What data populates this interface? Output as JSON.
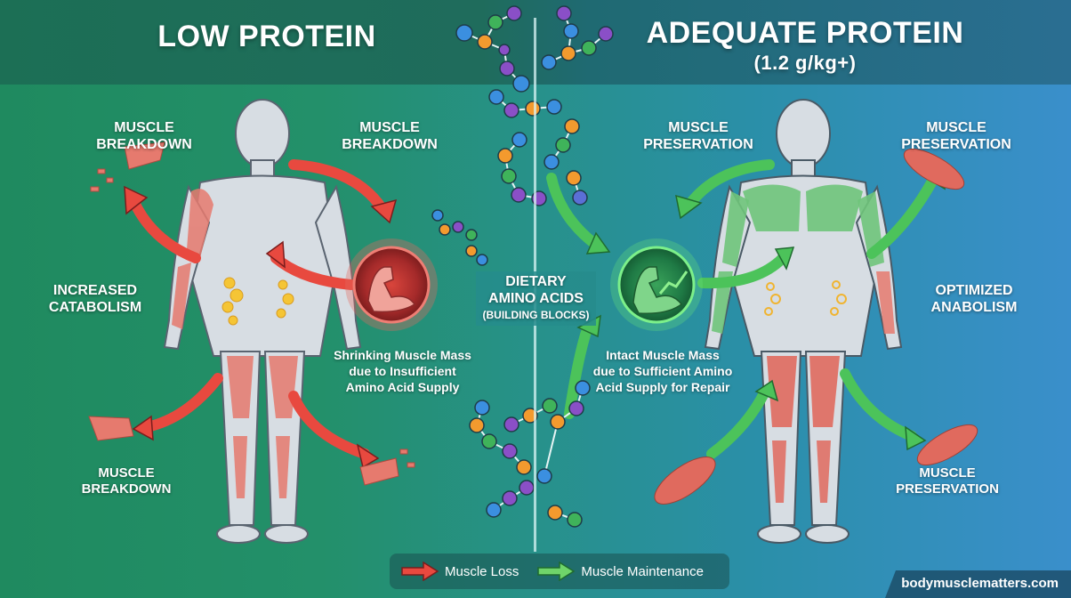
{
  "header": {
    "left_title": "LOW PROTEIN",
    "right_title": "ADEQUATE PROTEIN",
    "right_subtitle": "(1.2 g/kg+)"
  },
  "left_panel": {
    "labels": {
      "top_left": [
        "MUSCLE",
        "BREAKDOWN"
      ],
      "top_right": [
        "MUSCLE",
        "BREAKDOWN"
      ],
      "middle_left": [
        "INCREASED",
        "CATABOLISM"
      ],
      "bottom_left": [
        "MUSCLE",
        "BREAKDOWN"
      ]
    },
    "caption": [
      "Shrinking Muscle Mass",
      "due to Insufficient",
      "Amino Acid Supply"
    ],
    "badge_icon": "flexed-arm-broken-icon",
    "accent_color": "#e8493f"
  },
  "center": {
    "label": [
      "DIETARY",
      "AMINO ACIDS",
      "(BUILDING BLOCKS)"
    ],
    "molecule_colors": [
      "#3b8fe0",
      "#f39a2e",
      "#3fb35a",
      "#8a4fc7"
    ]
  },
  "right_panel": {
    "labels": {
      "top_left": [
        "MUSCLE",
        "PRESERVATION"
      ],
      "top_right": [
        "MUSCLE",
        "PRESERVATION"
      ],
      "middle_right": [
        "OPTIMIZED",
        "ANABOLISM"
      ],
      "bottom_right": [
        "MUSCLE",
        "PRESERVATION"
      ]
    },
    "caption": [
      "Intact Muscle Mass",
      "due to Sufficient Amino",
      "Acid Supply for Repair"
    ],
    "badge_icon": "flexed-arm-growth-icon",
    "accent_color": "#4cc35a"
  },
  "legend": {
    "items": [
      {
        "label": "Muscle Loss",
        "color": "#e8493f"
      },
      {
        "label": "Muscle Maintenance",
        "color": "#4cc35a"
      }
    ]
  },
  "footer": {
    "site": "bodymusclematters.com"
  }
}
